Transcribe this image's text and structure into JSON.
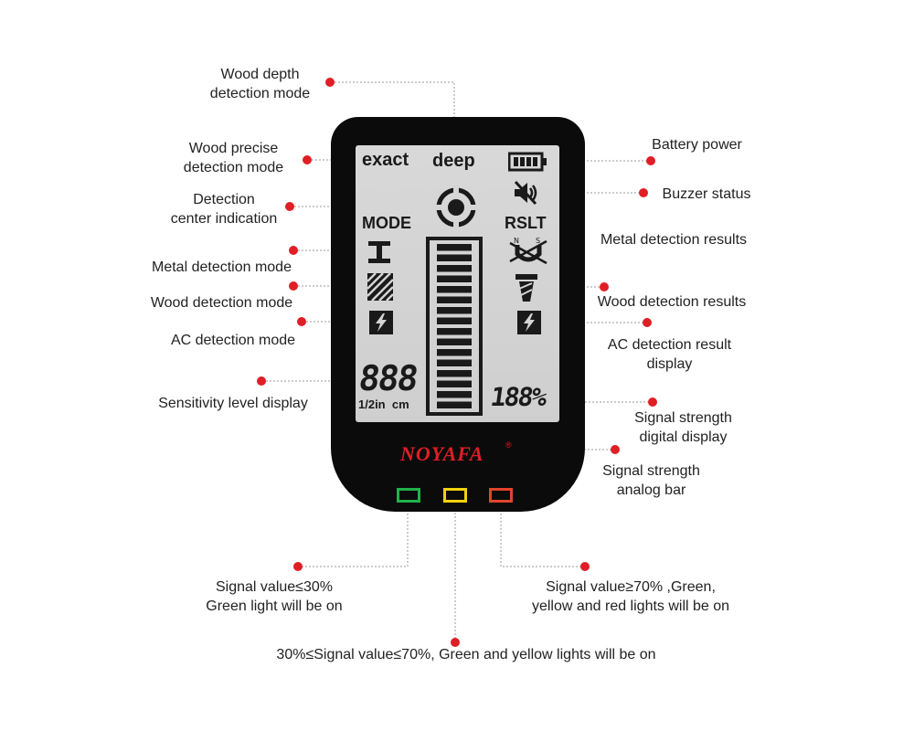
{
  "device": {
    "brand": "NOYAFA",
    "lcd": {
      "exact": "exact",
      "deep": "deep",
      "mode": "MODE",
      "rslt": "RSLT",
      "digits_left": "888",
      "units": "1/2in  cm",
      "digits_right": "188%"
    },
    "leds": {
      "green": "#22b14c",
      "yellow": "#f2d20f",
      "red": "#e0452b"
    }
  },
  "annotations": {
    "wood_depth": [
      "Wood depth",
      "detection mode"
    ],
    "wood_precise": [
      "Wood precise",
      "detection mode"
    ],
    "center": [
      "Detection",
      "center indication"
    ],
    "metal_mode": "Metal detection mode",
    "wood_mode": "Wood detection mode",
    "ac_mode": "AC detection mode",
    "sensitivity": "Sensitivity level display",
    "battery": "Battery power",
    "buzzer": "Buzzer status",
    "metal_result": "Metal detection results",
    "wood_result": "Wood detection results",
    "ac_result": [
      "AC detection result",
      "display"
    ],
    "signal_digital": [
      "Signal strength",
      "digital display"
    ],
    "signal_analog": [
      "Signal strength",
      "analog bar"
    ],
    "green_light": [
      "Signal value≤30%",
      "Green light will be on"
    ],
    "red_light": [
      "Signal value≥70% ,Green,",
      "yellow and red lights will be on"
    ],
    "yellow_light": "30%≤Signal value≤70%, Green and yellow lights will be on"
  },
  "colors": {
    "accent": "#e01e26",
    "device": "#0b0b0b",
    "lcd": "#d4d4d4"
  }
}
